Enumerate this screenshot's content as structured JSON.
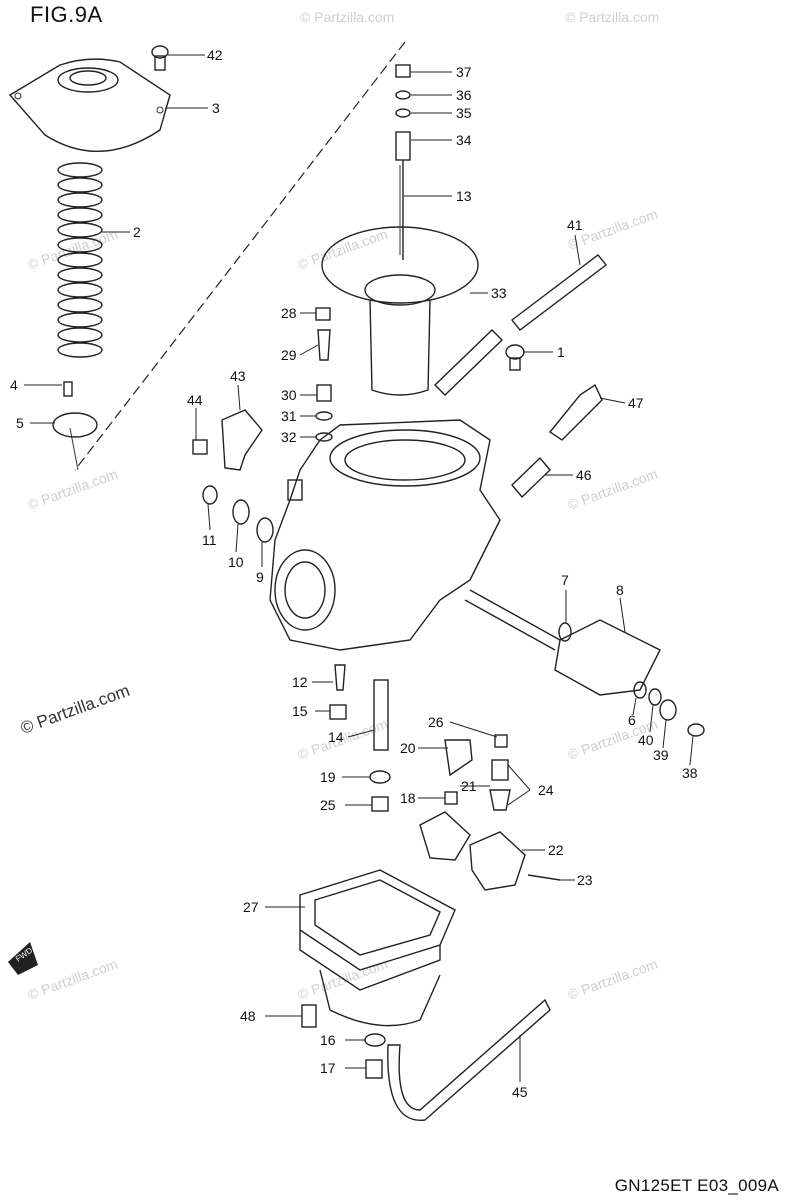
{
  "figure_title": "FIG.9A",
  "footer_code": "GN125ET E03_009A",
  "watermark_large": "© Partzilla.com",
  "watermark_small": "© Partzilla.com",
  "callouts": [
    "42",
    "3",
    "2",
    "4",
    "5",
    "37",
    "36",
    "35",
    "34",
    "13",
    "41",
    "33",
    "28",
    "1",
    "29",
    "43",
    "44",
    "30",
    "31",
    "32",
    "47",
    "46",
    "11",
    "10",
    "9",
    "7",
    "8",
    "12",
    "15",
    "14",
    "26",
    "20",
    "24",
    "6",
    "40",
    "39",
    "38",
    "19",
    "25",
    "21",
    "18",
    "22",
    "23",
    "27",
    "48",
    "16",
    "17",
    "45"
  ],
  "fwd_label": "FWD"
}
